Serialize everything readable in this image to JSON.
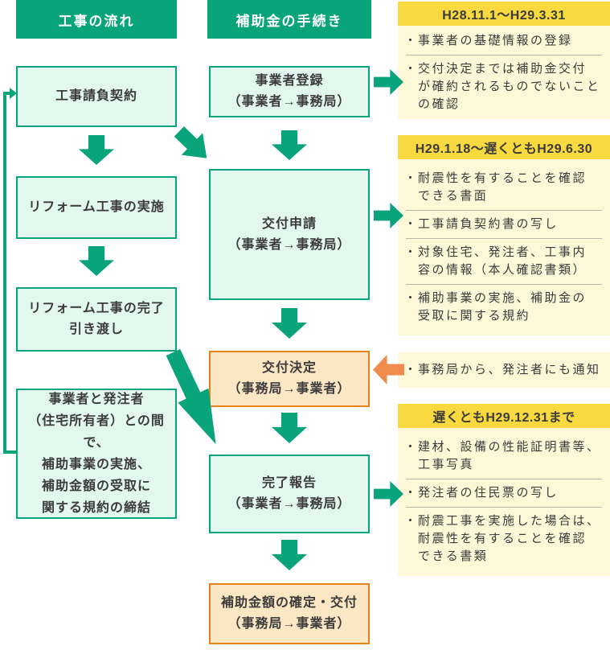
{
  "ui": {
    "bullet": "・"
  },
  "colors": {
    "green": "#09a47b",
    "green_box_fill": "#e2f7ee",
    "yellow_header": "#f8d93f",
    "yellow_body": "#fdf8d7",
    "orange_border": "#e8831c",
    "orange_box_fill": "#fce7c4",
    "orange_arrow": "#f18a4d",
    "text": "#3b3b3b"
  },
  "left": {
    "header": "工事の流れ",
    "steps": [
      {
        "label": "工事請負契約"
      },
      {
        "label": "リフォーム工事の実施"
      },
      {
        "label": "リフォーム工事の完了\n引き渡し"
      },
      {
        "label": "事業者と発注者\n（住宅所有者）との間で、\n補助事業の実施、\n補助金額の受取に\n関する規約の締結"
      }
    ]
  },
  "middle": {
    "header": "補助金の手続き",
    "steps": [
      {
        "label": "事業者登録\n（事業者→事務局）",
        "style": "green"
      },
      {
        "label": "交付申請\n（事業者→事務局）",
        "style": "green"
      },
      {
        "label": "交付決定\n（事務局→事業者）",
        "style": "orange"
      },
      {
        "label": "完了報告\n（事業者→事務局）",
        "style": "green"
      },
      {
        "label": "補助金額の確定・交付\n（事務局→事業者）",
        "style": "orange"
      }
    ]
  },
  "right": {
    "panels": [
      {
        "header": "H28.11.1〜H29.3.31",
        "bullets": [
          "事業者の基礎情報の登録",
          "交付決定までは補助金交付\nが確約されるものでないこと\nの確認"
        ]
      },
      {
        "header": "H29.1.18〜遅くともH29.6.30",
        "bullets": [
          "耐震性を有することを確認\nできる書面",
          "工事請負契約書の写し",
          "対象住宅、発注者、工事内\n容の情報（本人確認書類）",
          "補助事業の実施、補助金の\n受取に関する規約"
        ]
      },
      {
        "header": "遅くともH29.12.31まで",
        "bullets": [
          "建材、設備の性能証明書等、\n工事写真",
          "発注者の住民票の写し",
          "耐震工事を実施した場合は、\n耐震性を有することを確認\nできる書類"
        ]
      }
    ],
    "note": {
      "bullets": [
        "事務局から、発注者にも通知"
      ]
    }
  }
}
